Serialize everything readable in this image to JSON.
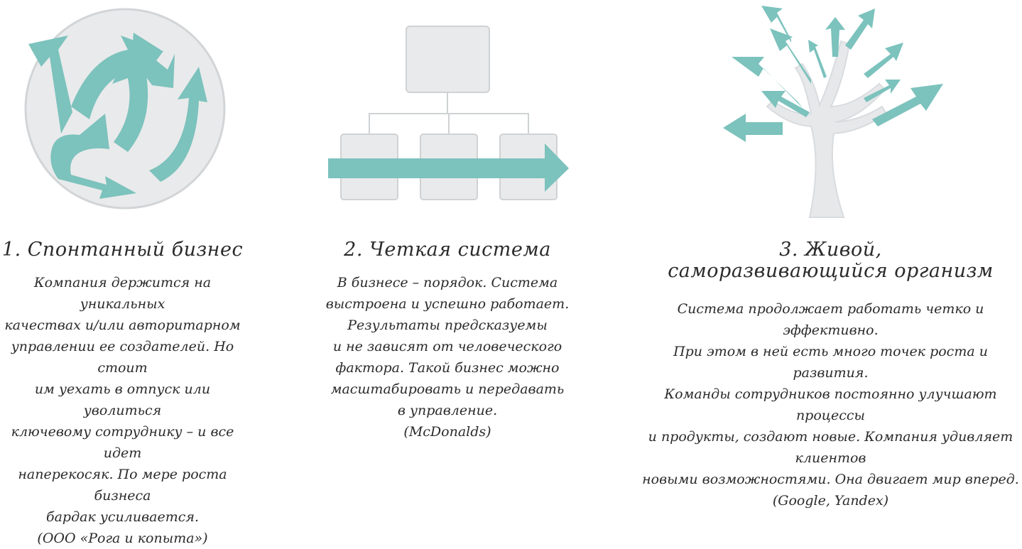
{
  "colors": {
    "teal": "#7cc2bd",
    "gray_fill": "#e9eaeb",
    "gray_stroke": "#cfd2d4",
    "trunk": "#e6e8ea"
  },
  "icons": [
    "swirling-arrows-circle-icon",
    "org-chart-arrow-icon",
    "growing-tree-arrows-icon"
  ],
  "columns": [
    {
      "title": "1. Спонтанный бизнес",
      "lines": [
        "Компания держится на уникальных",
        "качествах и/или авторитарном",
        "управлении ее создателей. Но стоит",
        "им уехать в отпуск или уволиться",
        "ключевому сотруднику – и все идет",
        "наперекосяк. По мере роста бизнеса",
        "бардак усиливается.",
        "(ООО «Рога и копыта»)"
      ]
    },
    {
      "title": "2. Четкая система",
      "lines": [
        "В бизнесе – порядок. Система",
        "выстроена и успешно работает.",
        "Результаты предсказуемы",
        "и не зависят от человеческого",
        "фактора. Такой бизнес можно",
        "масштабировать и передавать",
        "в управление.",
        "(McDonalds)"
      ]
    },
    {
      "title_lines": [
        "3. Живой,",
        "саморазвивающийся организм"
      ],
      "lines": [
        "Система продолжает работать четко и эффективно.",
        "При этом в ней есть много точек роста и развития.",
        "Команды сотрудников постоянно улучшают процессы",
        "и продукты, создают новые. Компания удивляет клиентов",
        "новыми возможностями. Она двигает мир вперед.",
        "(Google, Yandex)"
      ]
    }
  ]
}
